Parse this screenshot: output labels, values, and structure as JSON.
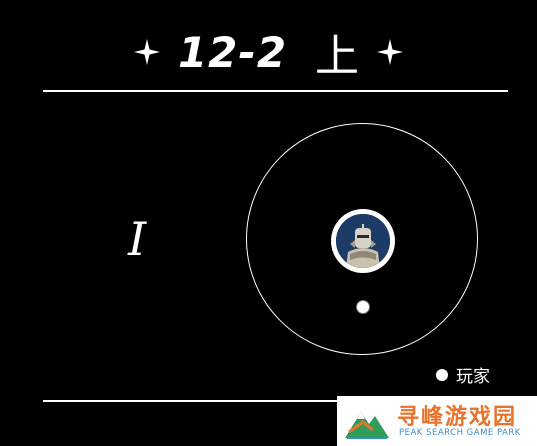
{
  "header": {
    "stage_code": "12-2",
    "stage_half": "上",
    "sparkle_icon": "four-point-star-icon"
  },
  "map": {
    "section_numeral": "I",
    "boss_icon": "armored-knight-portrait-icon",
    "player_marker_icon": "white-dot-icon"
  },
  "legend": {
    "player_label": "玩家"
  },
  "watermark": {
    "text_cn": "寻峰游戏园",
    "text_en": "PEAK SEARCH GAME PARK",
    "logo_icon": "mountain-peak-logo-icon",
    "colors": {
      "cn": "#e8732a",
      "en": "#3a8fc9",
      "peak": "#2f9c5a"
    }
  }
}
